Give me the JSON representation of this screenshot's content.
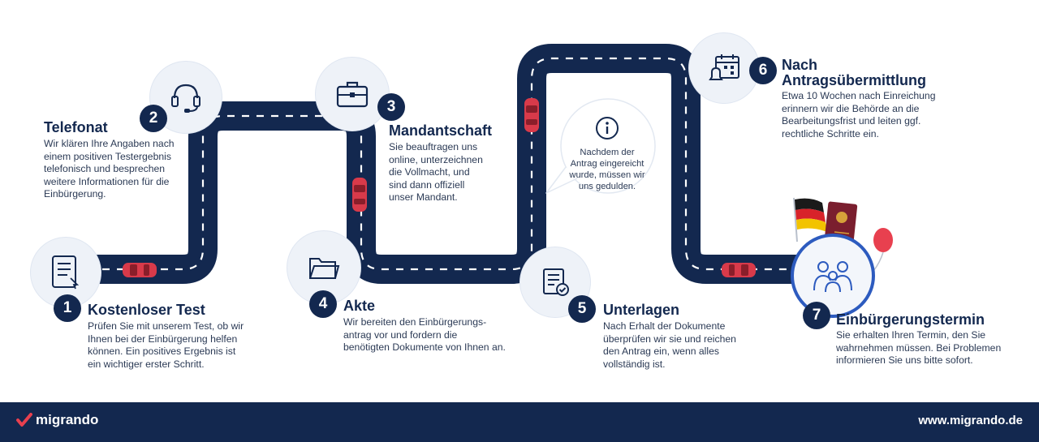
{
  "steps": [
    {
      "num": "1",
      "title": "Kostenloser Test",
      "desc": [
        "Prüfen Sie mit unserem Test, ob wir",
        "Ihnen bei der Einbürgerung helfen",
        "können. Ein positives Ergebnis ist",
        "ein wichtiger erster Schritt."
      ],
      "icon": "checklist-icon"
    },
    {
      "num": "2",
      "title": "Telefonat",
      "desc": [
        "Wir klären Ihre Angaben nach",
        "einem positiven Testergebnis",
        "telefonisch und besprechen",
        "weitere Informationen für die",
        "Einbürgerung."
      ],
      "icon": "headset-icon"
    },
    {
      "num": "3",
      "title": "Mandantschaft",
      "desc": [
        "Sie beauftragen uns",
        "online, unterzeichnen",
        "die Vollmacht, und",
        "sind dann offiziell",
        "unser Mandant."
      ],
      "icon": "briefcase-icon"
    },
    {
      "num": "4",
      "title": "Akte",
      "desc": [
        "Wir bereiten den Einbürgerungs-",
        "antrag vor und fordern die",
        "benötigten Dokumente von Ihnen an."
      ],
      "icon": "folder-icon"
    },
    {
      "num": "5",
      "title": "Unterlagen",
      "desc": [
        "Nach Erhalt der Dokumente",
        "überprüfen wir sie und reichen",
        "den Antrag ein, wenn alles",
        "vollständig ist."
      ],
      "icon": "document-check-icon"
    },
    {
      "num": "6",
      "title": [
        "Nach",
        "Antragsübermittlung"
      ],
      "desc": [
        "Etwa 10 Wochen nach Einreichung",
        "erinnern wir die Behörde an die",
        "Bearbeitungsfrist und leiten ggf.",
        "rechtliche Schritte ein."
      ],
      "icon": "calendar-bell-icon"
    },
    {
      "num": "7",
      "title": "Einbürgerungstermin",
      "desc": [
        "Sie erhalten Ihren Termin, den Sie",
        "wahrnehmen müssen. Bei Problemen",
        "informieren Sie uns bitte sofort."
      ],
      "icon": "family-icon"
    }
  ],
  "info_bubble": {
    "lines": [
      "Nachdem der",
      "Antrag eingereicht",
      "wurde, müssen wir",
      "uns gedulden."
    ],
    "icon": "info-icon"
  },
  "footer": {
    "brand": "migrando",
    "url": "www.migrando.de"
  },
  "colors": {
    "road": "#13284f",
    "badge": "#13284f",
    "car": "#d83a4a",
    "circle": "#eef2f8",
    "footer": "#13284f"
  }
}
